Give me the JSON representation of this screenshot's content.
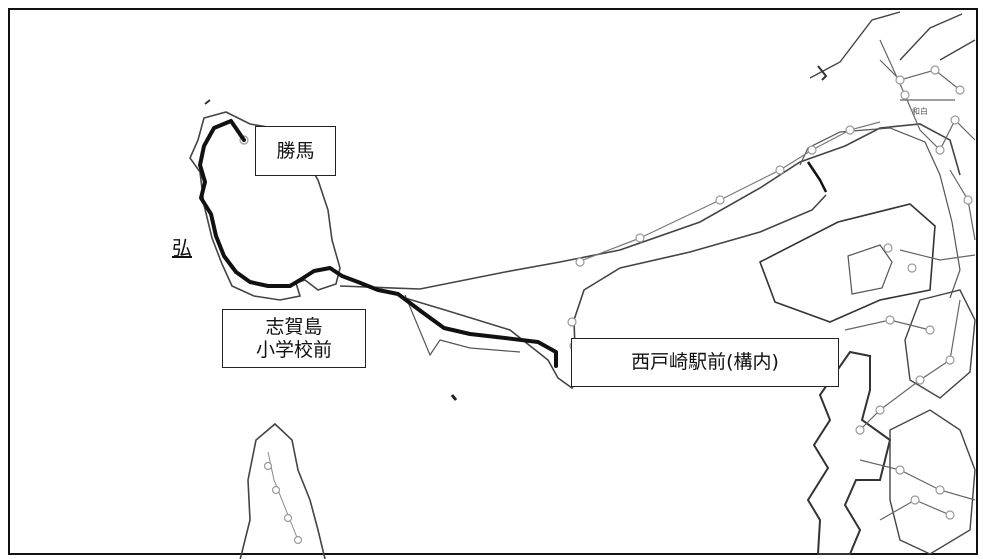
{
  "map": {
    "route_color": "#111111",
    "coast_color": "#444444",
    "road_color": "#666666",
    "stop_color": "#999999"
  },
  "labels": {
    "katsuma": "勝馬",
    "hiro": "弘",
    "shikanoshima_school": "志賀島\n小学校前",
    "saitozaki_station": "西戸崎駅前(構内)",
    "road_marker": "和白"
  }
}
